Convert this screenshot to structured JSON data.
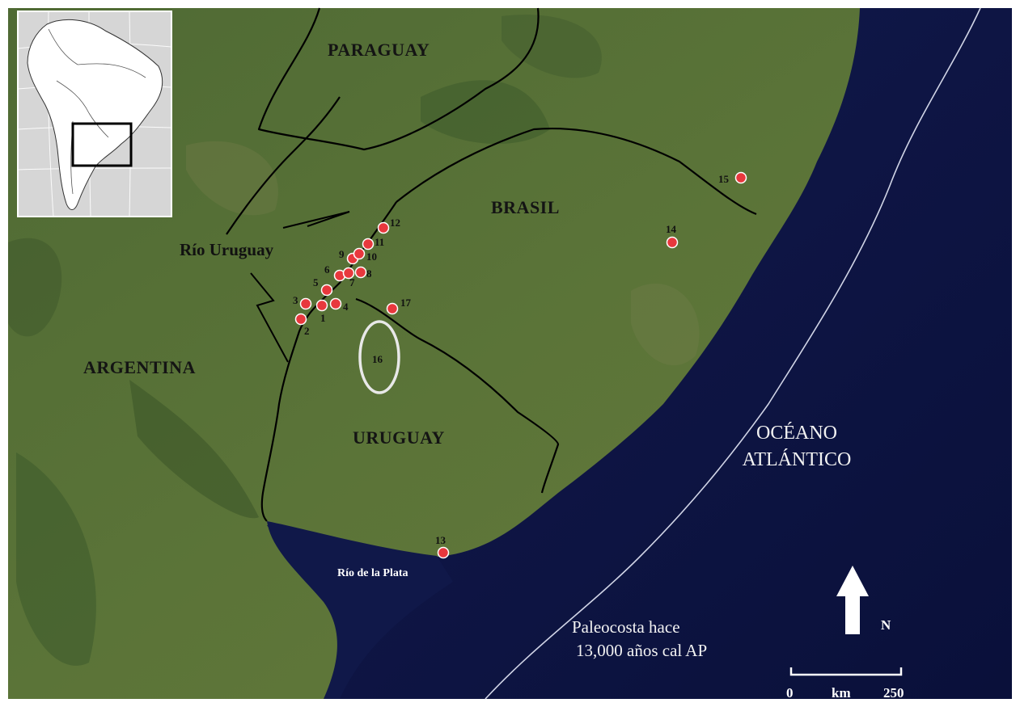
{
  "map": {
    "countries": {
      "paraguay": "PARAGUAY",
      "brasil": "BRASIL",
      "argentina": "ARGENTINA",
      "uruguay": "URUGUAY"
    },
    "rivers": {
      "uruguay": "Río Uruguay",
      "plata": "Río de la Plata"
    },
    "ocean": {
      "line1": "OCÉANO",
      "line2": "ATLÁNTICO"
    },
    "paleocoast": {
      "line1": "Paleocosta hace",
      "line2": "13,000 años cal AP"
    },
    "north_label": "N",
    "scale": {
      "start": "0",
      "unit": "km",
      "end": "250"
    },
    "sites": [
      "1",
      "2",
      "3",
      "4",
      "5",
      "6",
      "7",
      "8",
      "9",
      "10",
      "11",
      "12",
      "13",
      "14",
      "15",
      "16",
      "17"
    ],
    "colors": {
      "site_marker": "#e8383d",
      "ocean": "#0e1446",
      "land": "#4d6a33",
      "borders": "#000000",
      "paleocoast_line": "#d0d4e6"
    }
  }
}
